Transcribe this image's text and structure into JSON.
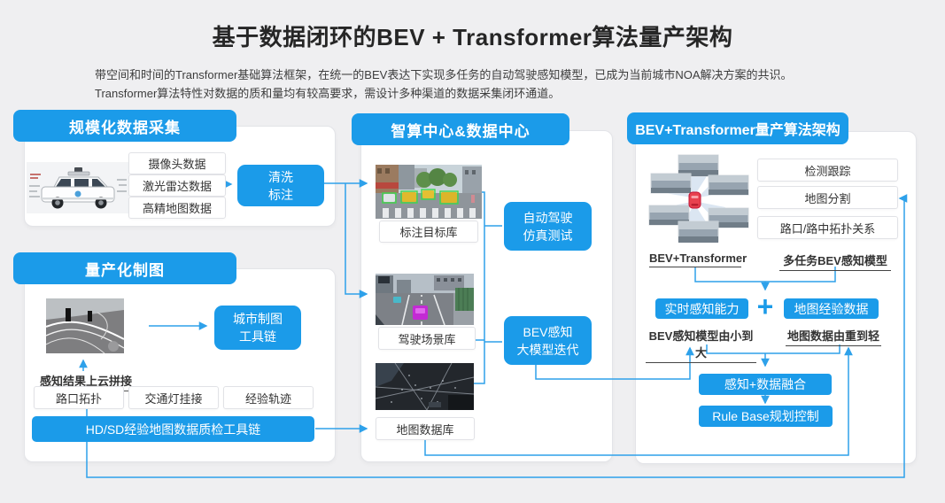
{
  "page": {
    "title": "基于数据闭环的BEV + Transformer算法量产架构",
    "subtitle_line1": "带空间和时间的Transformer基础算法框架，在统一的BEV表达下实现多任务的自动驾驶感知模型，已成为当前城市NOA解决方案的共识。",
    "subtitle_line2": "Transformer算法特性对数据的质和量均有较高要求，需设计多种渠道的数据采集闭环通道。"
  },
  "colors": {
    "accent": "#1b9be9",
    "line": "#2ea1ea"
  },
  "icons": {
    "vehicle_image": "sensor-vehicle-photo",
    "mapping_image": "cloud-mapping-image",
    "annotation_image": "annotated-street-photo",
    "scene_image": "driving-simulation-photo",
    "mapdb_image": "aerial-map-photo",
    "bev_diagram": "bev-six-camera-diagram"
  },
  "collect": {
    "header": "规模化数据采集",
    "sources": [
      "摄像头数据",
      "激光雷达数据",
      "高精地图数据"
    ],
    "clean_line1": "清洗",
    "clean_line2": "标注"
  },
  "mapping": {
    "header": "量产化制图",
    "toolchain_line1": "城市制图",
    "toolchain_line2": "工具链",
    "upload_label": "感知结果上云拼接",
    "elements": [
      "路口拓扑",
      "交通灯挂接",
      "经验轨迹"
    ],
    "qc_bar": "HD/SD经验地图数据质检工具链"
  },
  "datacenter": {
    "header": "智算中心&数据中心",
    "annotation_db": "标注目标库",
    "scene_db": "驾驶场景库",
    "map_db": "地图数据库",
    "sim_line1": "自动驾驶",
    "sim_line2": "仿真测试",
    "iterate_line1": "BEV感知",
    "iterate_line2": "大模型迭代"
  },
  "algorithm": {
    "header": "BEV+Transformer量产算法架构",
    "bev_label": "BEV+Transformer",
    "tasks": [
      "检测跟踪",
      "地图分割",
      "路口/路中拓扑关系"
    ],
    "model_label": "多任务BEV感知模型",
    "realtime_box": "实时感知能力",
    "plus": "+",
    "mapexp_box": "地图经验数据",
    "note_left": "BEV感知模型由小到大",
    "note_right": "地图数据由重到轻",
    "fusion_box": "感知+数据融合",
    "rule_box": "Rule Base规划控制"
  }
}
